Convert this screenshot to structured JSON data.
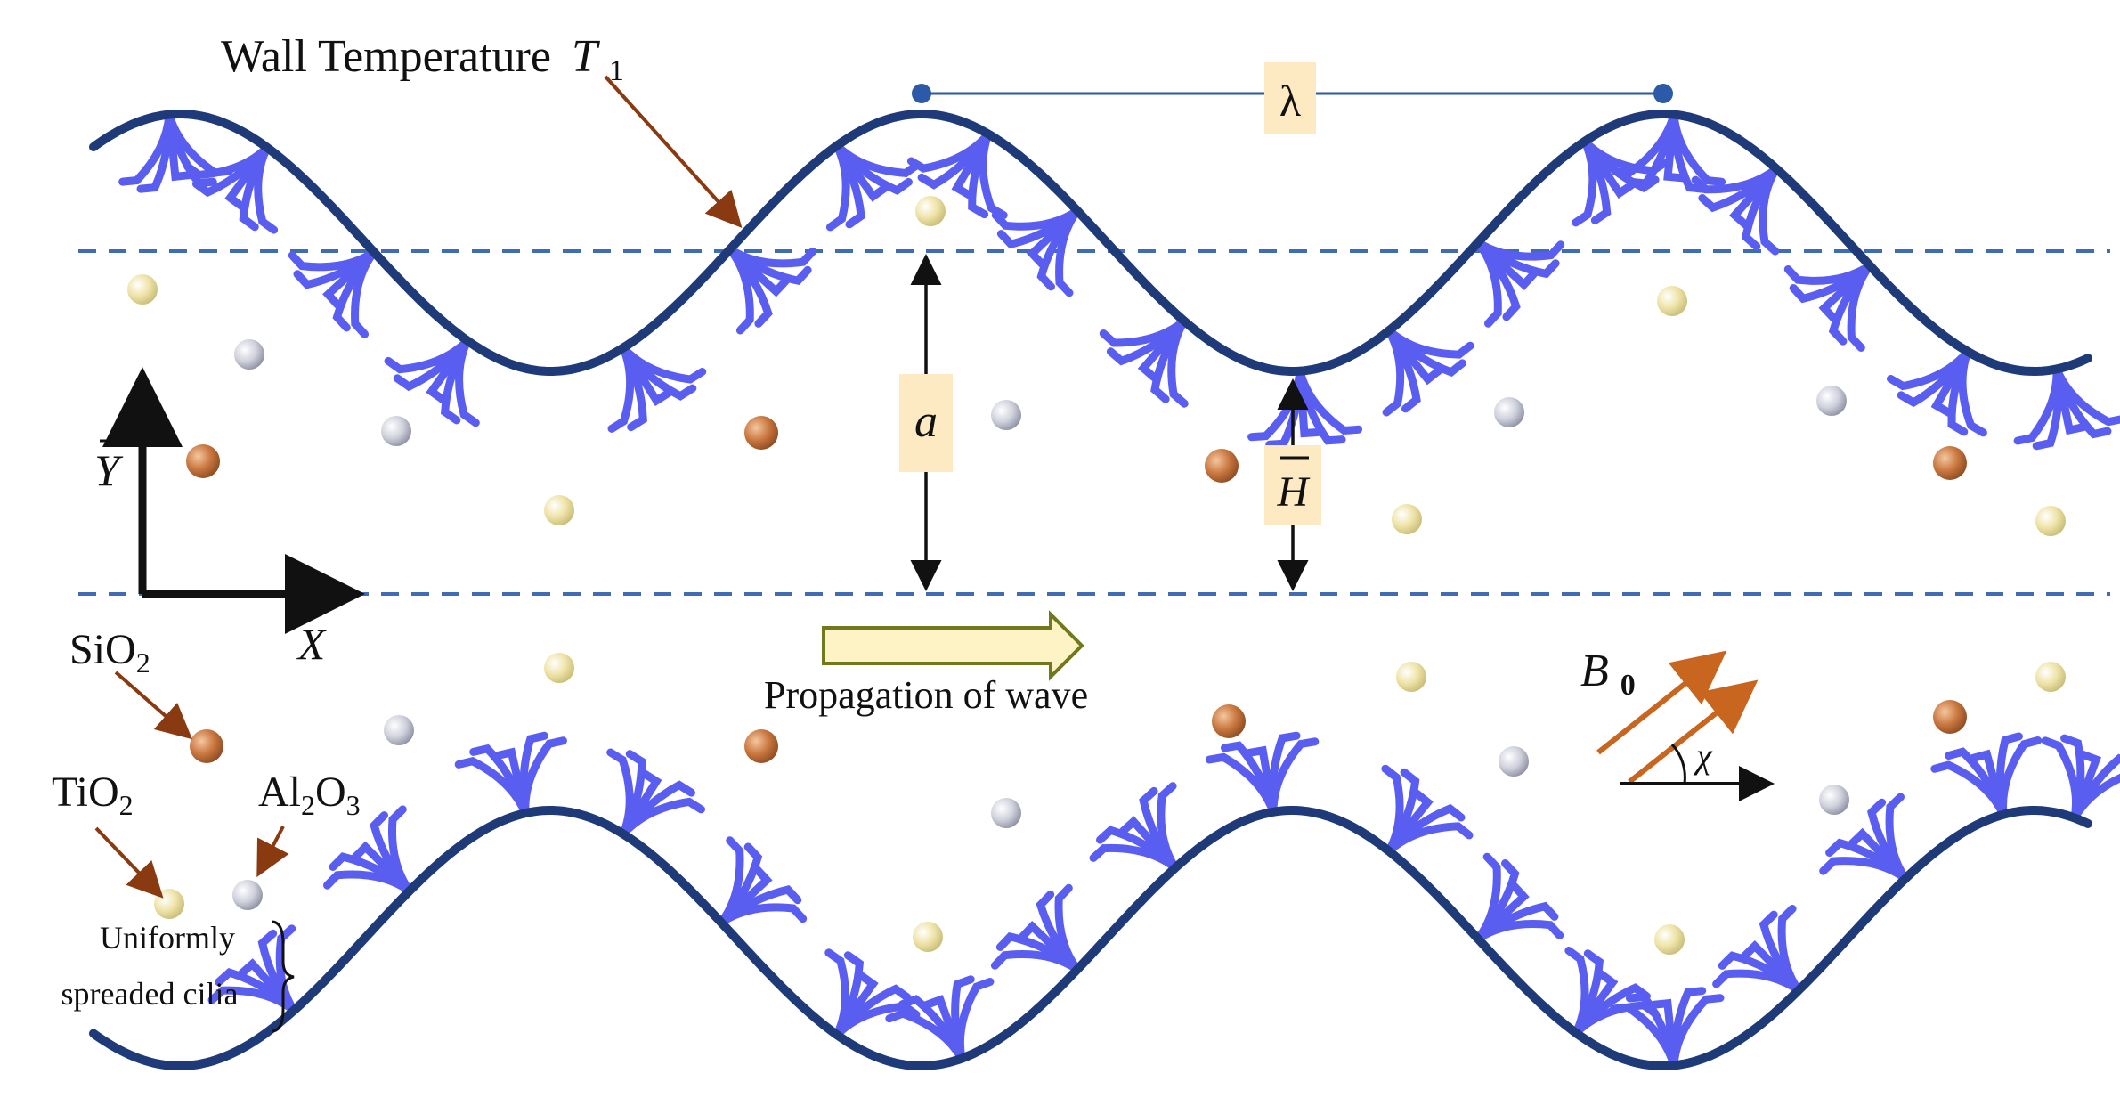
{
  "labels": {
    "wall_temperature_text": "Wall Temperature",
    "wall_temperature_symbol": "T",
    "wall_temperature_subscript": "1",
    "lambda": "λ",
    "a": "a",
    "h_bar": "H",
    "y_axis": "Y",
    "x_axis": "X",
    "propagation": "Propagation  of wave",
    "b0_symbol": "B",
    "b0_subscript": "0",
    "angle": "χ",
    "uniformly_spreaded_line1": "Uniformly",
    "uniformly_spreaded_line2": "spreaded cilia"
  },
  "particles_legend": {
    "sio2": {
      "base": "SiO",
      "sub": "2"
    },
    "tio2": {
      "base": "TiO",
      "sub": "2"
    },
    "al2o3": {
      "base1": "Al",
      "sub1": "2",
      "base2": "O",
      "sub2": "3"
    }
  },
  "colors": {
    "wall": "#1f3a78",
    "dashed": "#3f6cb4",
    "cilia": "#5a5ef0",
    "arrow_brown": "#8a3a10",
    "field_arrow": "#c8651e",
    "label_box": "#fdeac2",
    "wave_arrow_fill": "#fdf3c4",
    "wave_arrow_stroke": "#6f7a1e",
    "lambda_line": "#2a5aa8",
    "particle_brown": "#c9773f",
    "particle_cream": "#eee3a6",
    "particle_silver": "#c7c9d6"
  }
}
